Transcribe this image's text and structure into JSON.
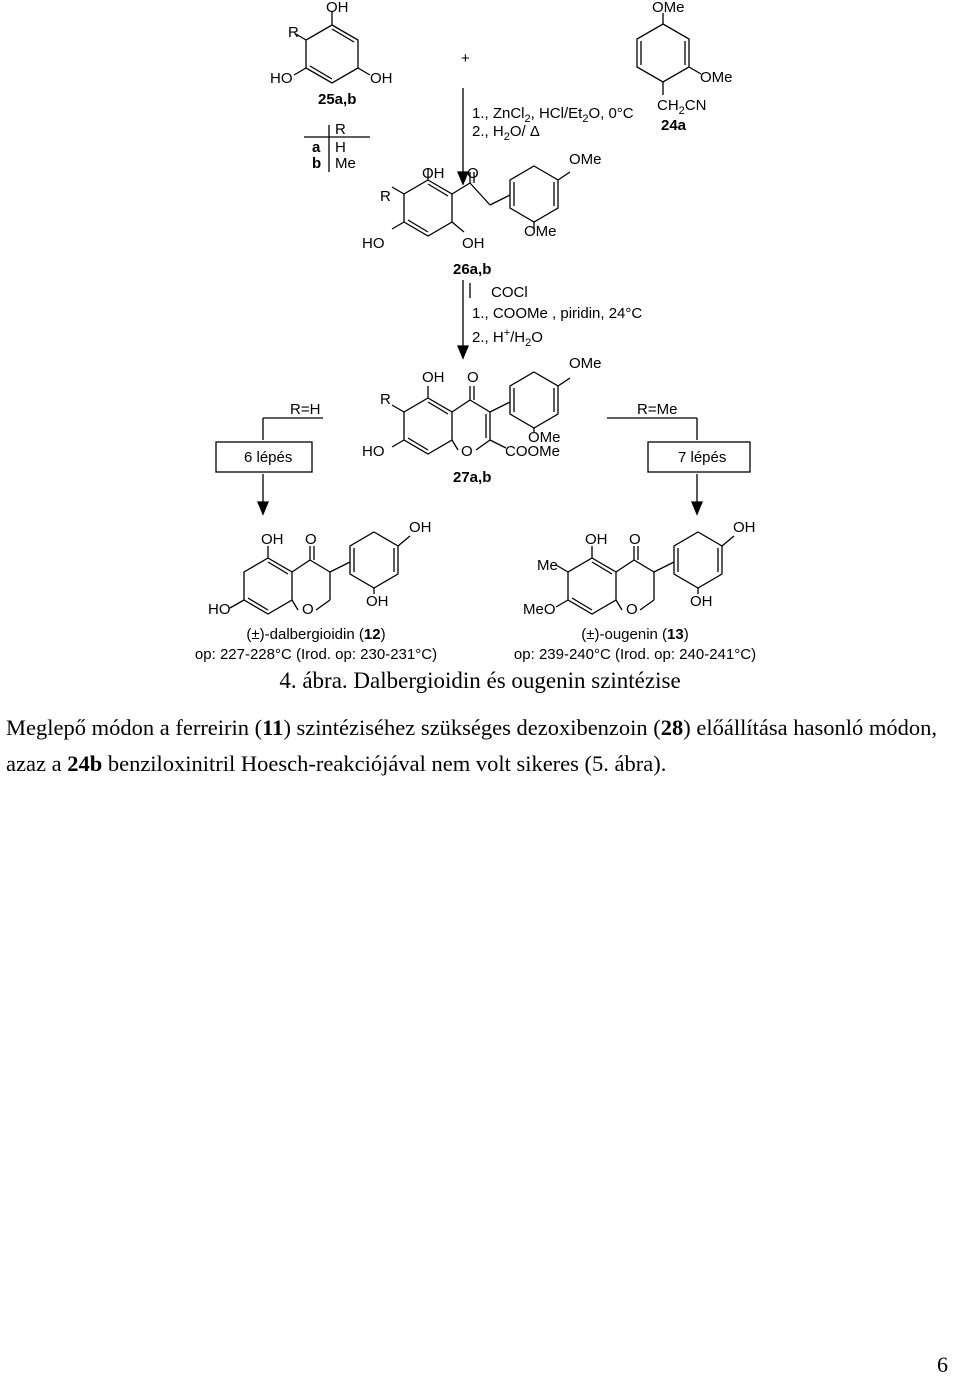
{
  "scheme": {
    "cmpd_25": {
      "R": "R",
      "OH_top": "OH",
      "HO": "HO",
      "OH_right": "OH",
      "label": "25a,b"
    },
    "plus": "+",
    "r_table": {
      "header_R": "R",
      "a": "a",
      "a_val": "H",
      "b": "b",
      "b_val": "Me"
    },
    "cmpd_24": {
      "OMe_top": "OMe",
      "OMe_right": "OMe",
      "CH2CN": "CH",
      "CH2CN_sub": "2",
      "CH2CN_end": "CN",
      "label": "24a"
    },
    "step1": {
      "line1": "1., ZnCl",
      "line1_sub": "2",
      "line1_rest": ", HCl/Et",
      "line1_sub2": "2",
      "line1_end": "O, 0°C",
      "line2": "2., H",
      "line2_sub": "2",
      "line2_end": "O/ Δ"
    },
    "cmpd_26": {
      "R": "R",
      "OH_top": "OH",
      "O_top": "O",
      "HO": "HO",
      "OH_bottom": "OH",
      "OMe_top": "OMe",
      "OMe_bottom": "OMe",
      "label": "26a,b"
    },
    "step2": {
      "cocl": "COCl",
      "line1": "1., COOMe , piridin, 24°C",
      "line2": "2., H",
      "line2_sup": "+",
      "line2_end": "/H",
      "line2_sub": "2",
      "line2_tail": "O"
    },
    "cmpd_27": {
      "R": "R",
      "OH_top": "OH",
      "O_top": "O",
      "HO": "HO",
      "O_ring": "O",
      "COOMe": "COOMe",
      "OMe_top": "OMe",
      "OMe_bottom": "OMe",
      "label": "27a,b"
    },
    "branch_left": {
      "cond": "R=H",
      "step": "6 lépés"
    },
    "branch_right": {
      "cond": "R=Me",
      "step": "7 lépés"
    },
    "cmpd_12": {
      "OH_a": "OH",
      "O_a": "O",
      "OH_b": "OH",
      "HO": "HO",
      "O_ring": "O",
      "OH_c": "OH",
      "name": "(±)-dalbergioidin (",
      "num": "12",
      "name_end": ")",
      "mp": "op: 227-228°C (Irod. op: 230-231°C)"
    },
    "cmpd_13": {
      "Me": "Me",
      "OH_a": "OH",
      "O_a": "O",
      "OH_b": "OH",
      "MeO": "MeO",
      "O_ring": "O",
      "OH_c": "OH",
      "name": "(±)-ougenin (",
      "num": "13",
      "name_end": ")",
      "mp": "op: 239-240°C (Irod. op: 240-241°C)"
    }
  },
  "caption": "4. ábra. Dalbergioidin és ougenin szintézise",
  "paragraph": {
    "t1": "Meglepő módon a ferreirin (",
    "b1": "11",
    "t2": ") szintéziséhez szükséges dezoxibenzoin (",
    "b2": "28",
    "t3": ") előállítása hasonló módon, azaz a ",
    "b3": "24b",
    "t4": " benziloxinitril Hoesch-reakciójával nem volt sikeres (5. ábra)."
  },
  "page_number": "6"
}
